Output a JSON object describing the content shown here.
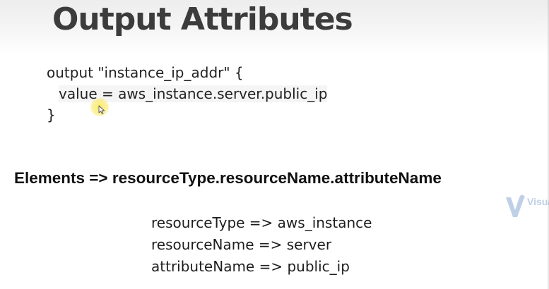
{
  "slide": {
    "title": "Output Attributes",
    "code_lines": [
      "output \"instance_ip_addr\" {",
      "value = aws_instance.server.public_ip",
      "}"
    ],
    "elements_line": "Elements => resourceType.resourceName.attributeName",
    "mappings": [
      "resourceType => aws_instance",
      "resourceName => server",
      "attributeName => public_ip"
    ]
  },
  "watermark": {
    "text": "Visua",
    "icon": "v-logo-icon",
    "color": "#4a79b8"
  },
  "pointer": {
    "icon": "mouse-cursor-icon",
    "highlight_color": "#fae85a"
  }
}
